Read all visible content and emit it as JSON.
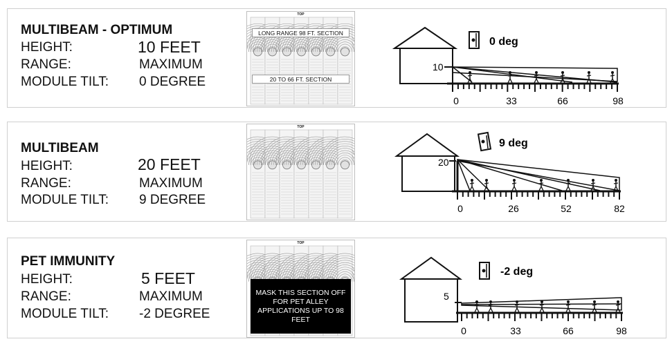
{
  "colors": {
    "ink": "#111111",
    "panel_border": "#cfcfcf",
    "mask": "#000000"
  },
  "rows_labels": {
    "height": "HEIGHT:",
    "range": "RANGE:",
    "tilt": "MODULE TILT:"
  },
  "panels": [
    {
      "title": "MULTIBEAM - OPTIMUM",
      "height": "10 FEET",
      "range": "MAXIMUM",
      "tilt": "0 DEGREE",
      "lens": {
        "top_label": "TOP",
        "banner_upper": "LONG RANGE 98 FT. SECTION",
        "banner_lower": "20 TO 66 FT. SECTION"
      },
      "diagram": {
        "tilt_label": "0 deg",
        "icon": "detector-icon",
        "height_tick": "10",
        "x_ticks": [
          "0",
          "33",
          "66",
          "98"
        ]
      }
    },
    {
      "title": "MULTIBEAM",
      "height": "20 FEET",
      "range": "MAXIMUM",
      "tilt": "9 DEGREE",
      "lens": {
        "top_label": "TOP"
      },
      "diagram": {
        "tilt_label": "9 deg",
        "icon": "detector-icon",
        "height_tick": "20",
        "x_ticks": [
          "0",
          "26",
          "52",
          "82"
        ]
      }
    },
    {
      "title": "PET IMMUNITY",
      "height": "5 FEET",
      "range": "MAXIMUM",
      "tilt": "-2 DEGREE",
      "lens": {
        "top_label": "TOP",
        "mask_text": "MASK THIS SECTION OFF FOR PET ALLEY APPLICATIONS UP TO 98 FEET"
      },
      "diagram": {
        "tilt_label": "-2 deg",
        "icon": "detector-icon",
        "height_tick": "5",
        "x_ticks": [
          "0",
          "33",
          "66",
          "98"
        ]
      }
    }
  ]
}
